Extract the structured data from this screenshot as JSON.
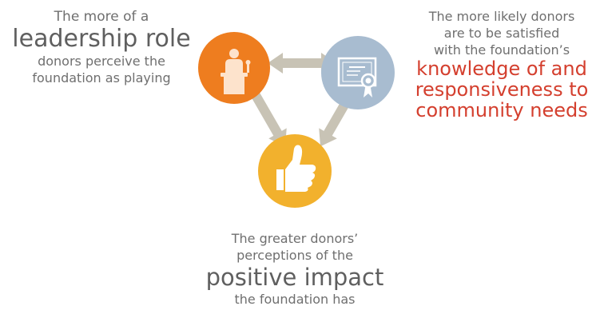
{
  "left_block": {
    "line1": "The more of a",
    "emphasis": "leadership role",
    "line3": "donors perceive the",
    "line4": "foundation as playing"
  },
  "right_block": {
    "line1": "The more likely donors",
    "line2": "are  to be satisfied",
    "line3": "with the foundation’s",
    "emph1": "knowledge of and",
    "emph2": "responsiveness to",
    "emph3": "community needs"
  },
  "bottom_block": {
    "line1": "The greater donors’",
    "line2": "perceptions of the",
    "emphasis": "positive impact",
    "line4": "the foundation has"
  },
  "nodes": [
    {
      "name": "leadership",
      "icon": "podium-speaker-icon",
      "color": "#ee7d1f"
    },
    {
      "name": "satisfaction",
      "icon": "certificate-icon",
      "color": "#a8bcd0"
    },
    {
      "name": "impact",
      "icon": "thumbs-up-icon",
      "color": "#f2b12d"
    }
  ],
  "colors": {
    "arrow": "#c8c3b5",
    "emphasis_red": "#d43f2e",
    "text_gray": "#6f6f6f"
  }
}
